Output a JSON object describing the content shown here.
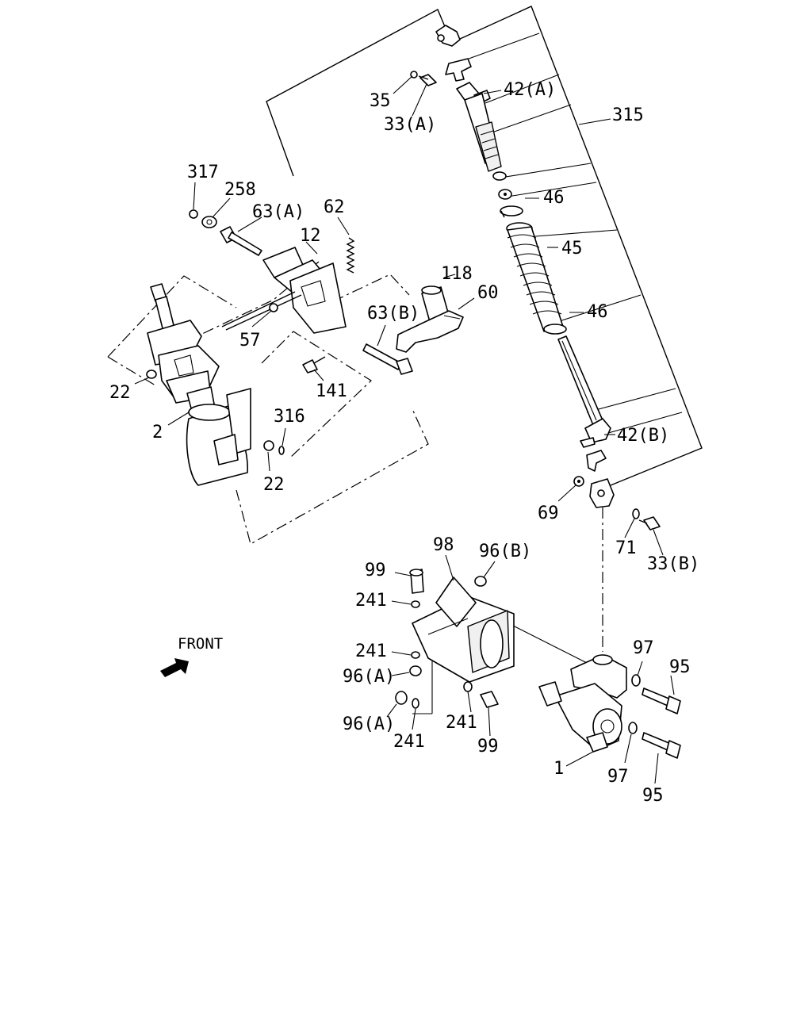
{
  "labels": {
    "l35": "35",
    "l33a": "33(A)",
    "l42a": "42(A)",
    "l315": "315",
    "l317": "317",
    "l258": "258",
    "l63a": "63(A)",
    "l62": "62",
    "l12": "12",
    "l46a": "46",
    "l45": "45",
    "l118": "118",
    "l60": "60",
    "l63b": "63(B)",
    "l46b": "46",
    "l57": "57",
    "l22a": "22",
    "l141": "141",
    "l316": "316",
    "l2": "2",
    "l42b": "42(B)",
    "l22b": "22",
    "l69": "69",
    "l71": "71",
    "l33b": "33(B)",
    "l98": "98",
    "l96b": "96(B)",
    "l99a": "99",
    "l241a": "241",
    "l241b": "241",
    "l96a1": "96(A)",
    "l97a": "97",
    "l95a": "95",
    "l96a2": "96(A)",
    "l241c": "241",
    "l241d": "241",
    "l99b": "99",
    "l1": "1",
    "l97b": "97",
    "l95b": "95"
  },
  "front_label": "FRONT"
}
